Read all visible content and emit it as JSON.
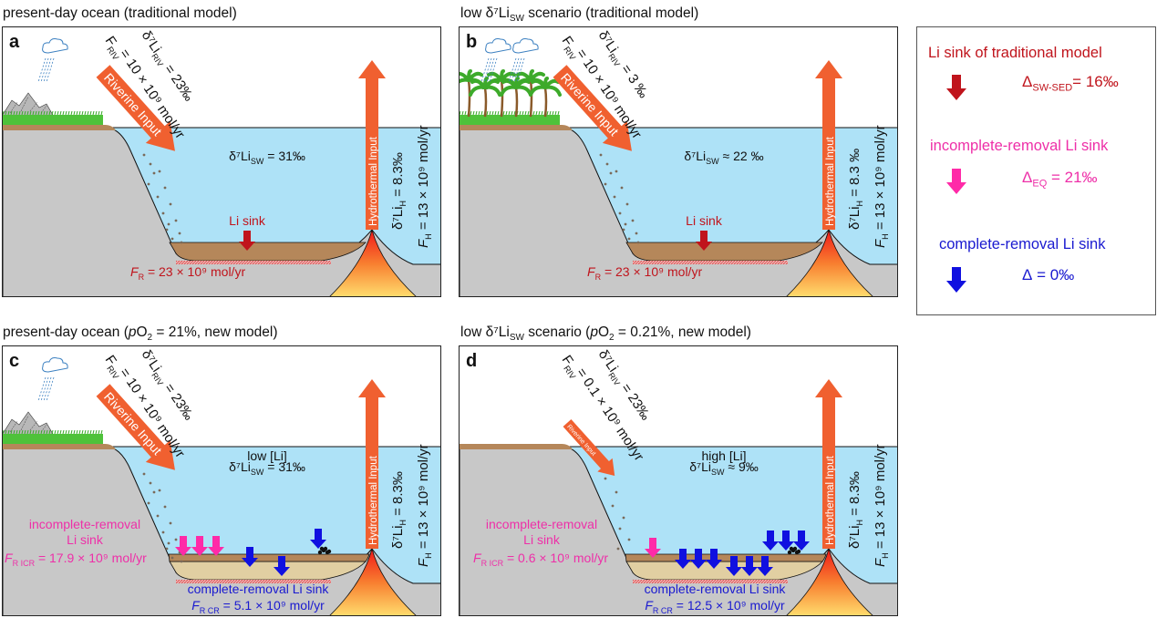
{
  "colors": {
    "ocean": "#aee2f7",
    "rock": "#c8c8c8",
    "sediment": "#b5875a",
    "sediment_light": "#e1cfa2",
    "arrow_orange": "#f06030",
    "trad_sink": "#c0141c",
    "incomplete_sink": "#ff2aa8",
    "complete_sink": "#1010e0",
    "label_red": "#c0141c",
    "label_pink": "#ee2fa8",
    "label_blue": "#1a1ad0"
  },
  "panels": {
    "a": {
      "title": "present-day ocean (traditional model)",
      "letter": "a",
      "riv_flux": "F",
      "riv_flux_sub": "RIV",
      "riv_flux_val": " = 10 × 10⁹ mol/yr",
      "riv_iso": "δ⁷Li",
      "riv_iso_sub": "RIV",
      "riv_iso_val": " = 23‰",
      "riverine_label": "Riverine Input",
      "sw_iso": "δ⁷Li",
      "sw_iso_sub": "SW",
      "sw_iso_val": " = 31‰",
      "sink_label": "Li sink",
      "fr_label": "F",
      "fr_sub": "R",
      "fr_val": " = 23 × 10⁹ mol/yr",
      "hydro_label": "Hydrothermal Input",
      "h_iso": "δ⁷Li",
      "h_iso_sub": "H",
      "h_iso_val": " = 8.3‰",
      "h_flux": "F",
      "h_flux_sub": "H",
      "h_flux_val": " = 13 × 10⁹ mol/yr"
    },
    "b": {
      "title_pre": "low δ⁷Li",
      "title_sub": "SW",
      "title_post": " scenario (traditional model)",
      "letter": "b",
      "riv_flux": "F",
      "riv_flux_sub": "RIV",
      "riv_flux_val": " = 10 × 10⁹ mol/yr",
      "riv_iso": "δ⁷Li",
      "riv_iso_sub": "RIV",
      "riv_iso_val": " = 3 ‰",
      "riverine_label": "Riverine Input",
      "sw_iso": "δ⁷Li",
      "sw_iso_sub": "SW",
      "sw_iso_val": " ≈ 22 ‰",
      "sink_label": "Li sink",
      "fr_label": "F",
      "fr_sub": "R",
      "fr_val": " = 23 × 10⁹ mol/yr",
      "hydro_label": "Hydrothermal Input",
      "h_iso": "δ⁷Li",
      "h_iso_sub": "H",
      "h_iso_val": " = 8.3 ‰",
      "h_flux": "F",
      "h_flux_sub": "H",
      "h_flux_val": " = 13 × 10⁹ mol/yr"
    },
    "c": {
      "title_pre": "present-day ocean (",
      "title_p": "p",
      "title_o2": "O",
      "title_o2_sub": "2",
      "title_post": " = 21%, new model)",
      "letter": "c",
      "riv_flux": "F",
      "riv_flux_sub": "RIV",
      "riv_flux_val": " = 10 × 10⁹ mol/yr",
      "riv_iso": "δ⁷Li",
      "riv_iso_sub": "RIV",
      "riv_iso_val": " = 23‰",
      "riverine_label": "Riverine Input",
      "conc_label": "low [Li]",
      "sw_iso": "δ⁷Li",
      "sw_iso_sub": "SW",
      "sw_iso_val": " = 31‰",
      "icr_line1": "incomplete-removal",
      "icr_line2": "Li sink",
      "icr_f": "F",
      "icr_sub": "R_ICR",
      "icr_val": " = 17.9 × 10⁹ mol/yr",
      "cr_line1": "complete-removal Li sink",
      "cr_f": "F",
      "cr_sub": "R_CR",
      "cr_val": " = 5.1 × 10⁹ mol/yr",
      "hydro_label": "Hydrothermal Input",
      "h_iso": "δ⁷Li",
      "h_iso_sub": "H",
      "h_iso_val": " = 8.3‰",
      "h_flux": "F",
      "h_flux_sub": "H",
      "h_flux_val": " = 13 × 10⁹ mol/yr"
    },
    "d": {
      "title_pre": "low δ⁷Li",
      "title_sub": "SW",
      "title_mid": " scenario (",
      "title_p": "p",
      "title_o2": "O",
      "title_o2_sub": "2",
      "title_post": " = 0.21%, new model)",
      "letter": "d",
      "riv_flux": "F",
      "riv_flux_sub": "RIV",
      "riv_flux_val": " = 0.1 × 10⁹ mol/yr",
      "riv_iso": "δ⁷Li",
      "riv_iso_sub": "RIV",
      "riv_iso_val": " = 23‰",
      "riverine_label": "Riverine Input",
      "conc_label": "high [Li]",
      "sw_iso": "δ⁷Li",
      "sw_iso_sub": "SW",
      "sw_iso_val": "  ≈ 9‰",
      "icr_line1": "incomplete-removal",
      "icr_line2": "Li sink",
      "icr_f": "F",
      "icr_sub": "R_ICR",
      "icr_val": " = 0.6 × 10⁹ mol/yr",
      "cr_line1": "complete-removal Li sink",
      "cr_f": "F",
      "cr_sub": "R_CR",
      "cr_val": " = 12.5 × 10⁹ mol/yr",
      "hydro_label": "Hydrothermal Input",
      "h_iso": "δ⁷Li",
      "h_iso_sub": "H",
      "h_iso_val": " = 8.3‰",
      "h_flux": "F",
      "h_flux_sub": "H",
      "h_flux_val": " = 13 × 10⁹ mol/yr"
    }
  },
  "legend": {
    "items": [
      {
        "title": "Li sink of traditional model",
        "delta": "Δ",
        "sub": "SW-SED",
        "val": "= 16‰",
        "color": "#c0141c"
      },
      {
        "title": "incomplete-removal Li sink",
        "delta": "Δ",
        "sub": "EQ",
        "val": " = 21‰",
        "color": "#ee2fa8"
      },
      {
        "title": "complete-removal Li sink",
        "delta": "Δ",
        "sub": "",
        "val": " = 0‰",
        "color": "#1a1ad0"
      }
    ]
  }
}
